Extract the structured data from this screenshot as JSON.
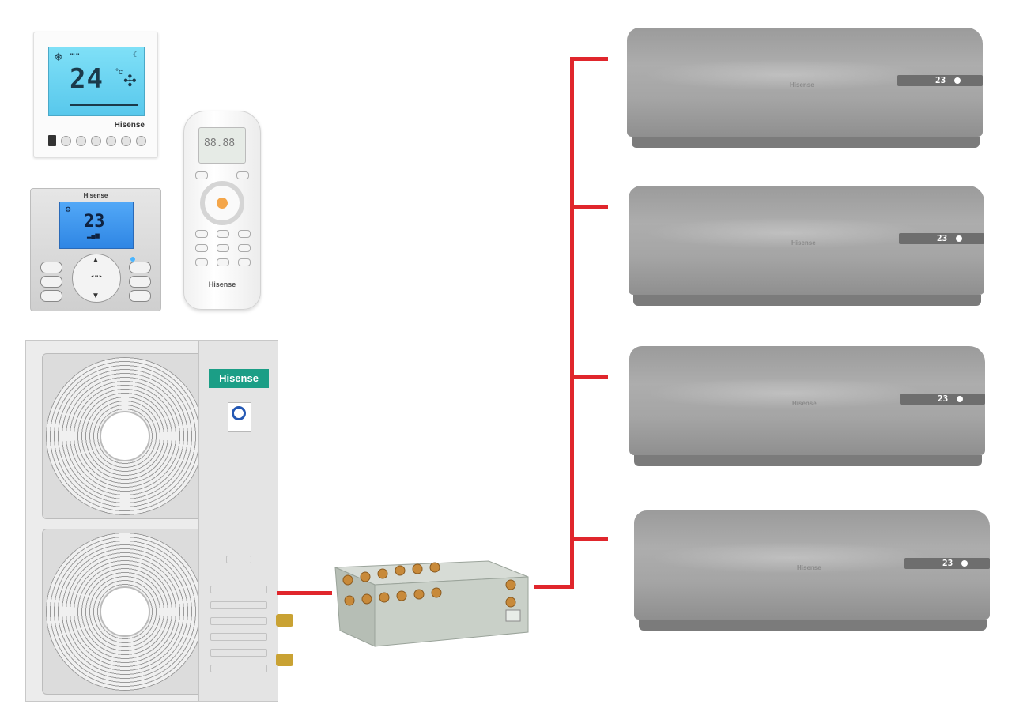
{
  "brand": "Hisense",
  "wall_controller_1": {
    "temperature": "24",
    "unit": "°c",
    "brand": "Hisense"
  },
  "wall_controller_2": {
    "brand": "Hisense",
    "temperature": "23"
  },
  "remote": {
    "brand": "Hisense"
  },
  "outdoor_unit": {
    "logo": "Hisense"
  },
  "indoor_units": [
    {
      "brand": "Hisense",
      "display": "23"
    },
    {
      "brand": "Hisense",
      "display": "23"
    },
    {
      "brand": "Hisense",
      "display": "23"
    },
    {
      "brand": "Hisense",
      "display": "23"
    }
  ],
  "colors": {
    "pipe": "#e0262c",
    "logo_green": "#1b9e86",
    "lcd_cyan": "#6fd6f3",
    "lcd_blue": "#3a8fe8"
  }
}
